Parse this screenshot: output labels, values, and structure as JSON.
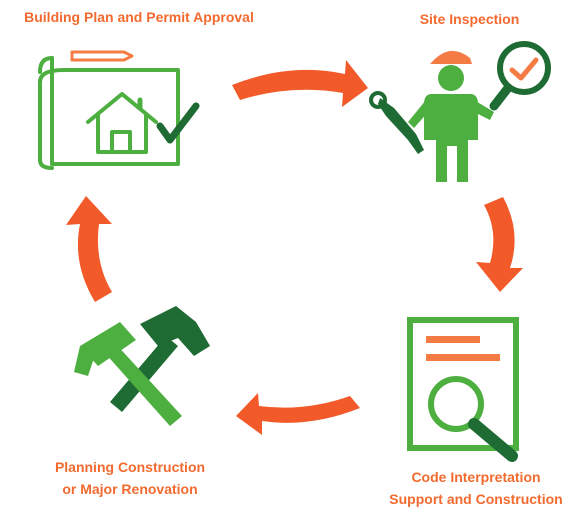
{
  "steps": [
    {
      "label": "Building Plan and Permit Approval"
    },
    {
      "label": "Site Inspection"
    },
    {
      "label_line1": "Code Interpretation",
      "label_line2": "Support and Construction"
    },
    {
      "label_line1": "Planning Construction",
      "label_line2": "or Major Renovation"
    }
  ],
  "colors": {
    "arrow": "#f25a29",
    "icon_green": "#4caf3f",
    "icon_dark_green": "#1e6b34",
    "label": "#f26a2e",
    "accent": "#f47c44"
  },
  "icons": [
    "blueprint-house-icon",
    "inspector-icon",
    "document-magnifier-icon",
    "hammer-tools-icon"
  ]
}
